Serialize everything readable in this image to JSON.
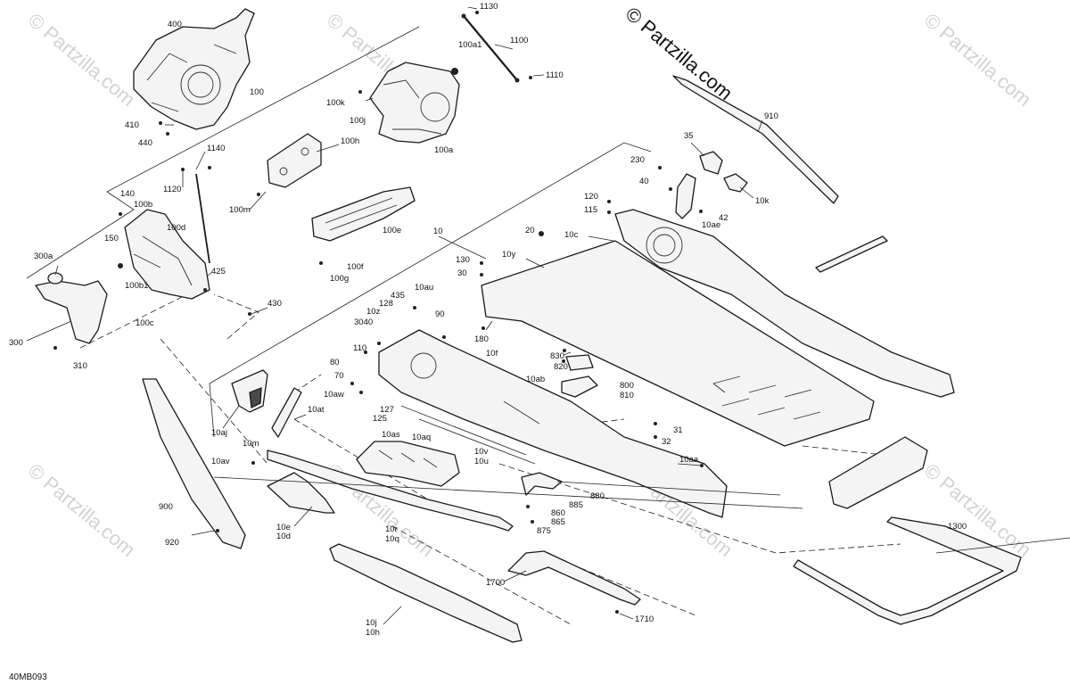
{
  "watermark": {
    "text": "© Partzilla.com"
  },
  "diagram_code": "40MB093",
  "callouts": {
    "c1130": "1130",
    "c1100": "1100",
    "c1110": "1110",
    "c100a1": "100a1",
    "c400": "400",
    "c100": "100",
    "c410": "410",
    "c440": "440",
    "c100k": "100k",
    "c100j": "100j",
    "c100a": "100a",
    "c100h": "100h",
    "c100m": "100m",
    "c1140": "1140",
    "c1120": "1120",
    "c140": "140",
    "c100b": "100b",
    "c100d": "100d",
    "c150": "150",
    "c100b1": "100b1",
    "c100c": "100c",
    "c425": "425",
    "c430": "430",
    "c300a": "300a",
    "c300": "300",
    "c310": "310",
    "c100e": "100e",
    "c100f": "100f",
    "c100g": "100g",
    "c10": "10",
    "c910": "910",
    "c35": "35",
    "c230": "230",
    "c40": "40",
    "c10k": "10k",
    "c42": "42",
    "c10ae": "10ae",
    "c120": "120",
    "c115": "115",
    "c20": "20",
    "c10c": "10c",
    "c10y": "10y",
    "c130": "130",
    "c30": "30",
    "c435": "435",
    "c10au": "10au",
    "c128": "128",
    "c10z": "10z",
    "c3040": "3040",
    "c90": "90",
    "c180": "180",
    "c110": "110",
    "c830": "830",
    "c820": "820",
    "c10f": "10f",
    "c80": "80",
    "c70": "70",
    "c10ab": "10ab",
    "c800": "800",
    "c810": "810",
    "c10aw": "10aw",
    "c127": "127",
    "c125": "125",
    "c10at": "10at",
    "c10aj": "10aj",
    "c10m": "10m",
    "c10as": "10as",
    "c10aq": "10aq",
    "c31": "31",
    "c32": "32",
    "c10aa": "10aa",
    "c10av": "10av",
    "c10v": "10v",
    "c10u": "10u",
    "c880": "880",
    "c885": "885",
    "c860": "860",
    "c865": "865",
    "c875": "875",
    "c900": "900",
    "c920": "920",
    "c10e": "10e",
    "c10d": "10d",
    "c10r": "10r",
    "c10q": "10q",
    "c1300": "1300",
    "c1700": "1700",
    "c1710": "1710",
    "c10j": "10j",
    "c10h": "10h"
  }
}
